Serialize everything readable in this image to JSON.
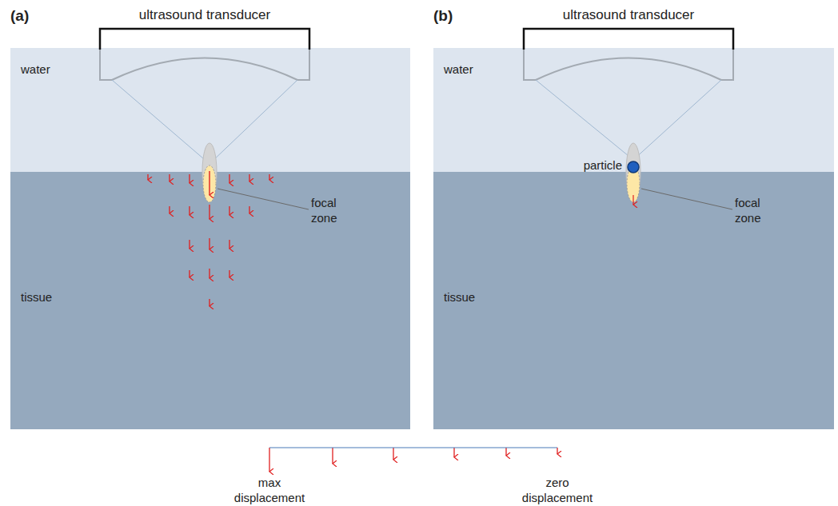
{
  "diagram": {
    "nodes": [
      {
        "text": [
          "water"
        ]
      },
      {
        "text": [
          "tissue"
        ]
      },
      {
        "text": [
          "water"
        ]
      },
      {
        "text": [
          "tissue"
        ]
      }
    ],
    "labels": [
      "(a)",
      "ultrasound transducer",
      "focal zone",
      "(b)",
      "ultrasound transducer",
      "particle",
      "focal zone",
      "max displacement",
      "zero displacement"
    ]
  }
}
